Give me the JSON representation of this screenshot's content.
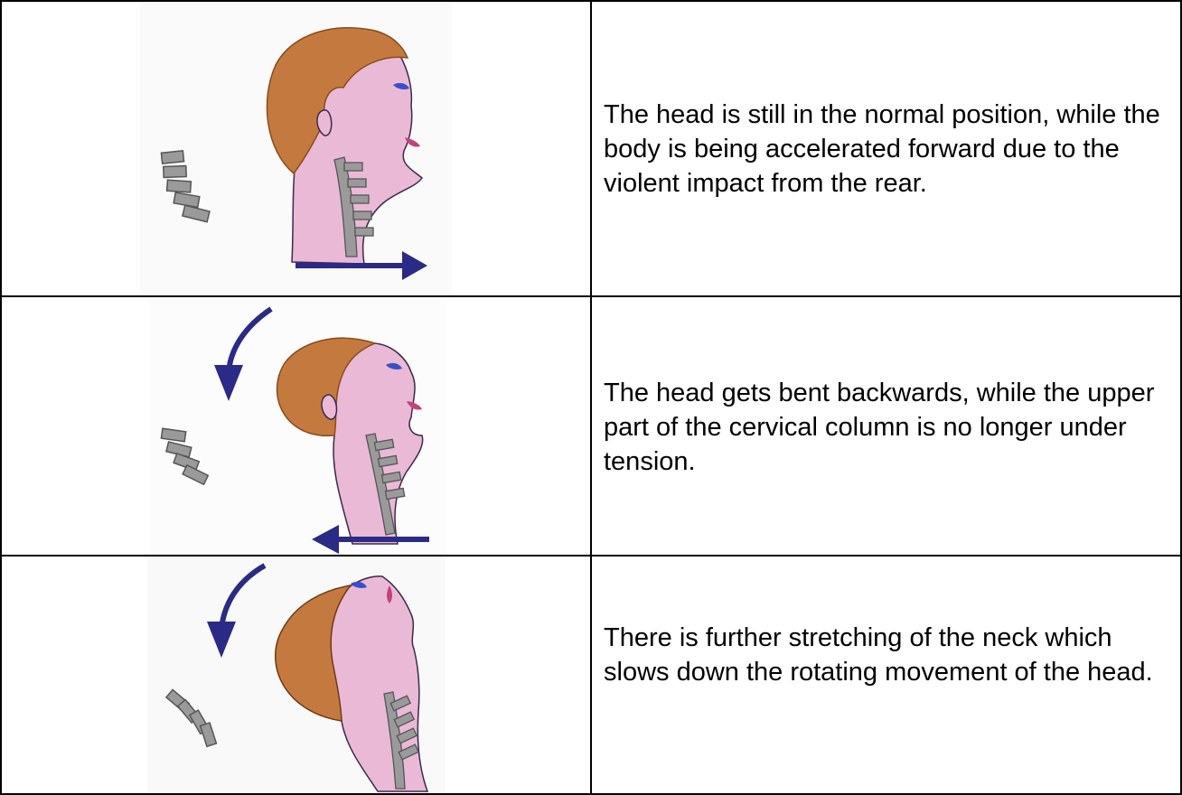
{
  "rows": [
    {
      "caption": "The head is still in the normal position, while the body is being accelerated forward due to the violent impact from the rear."
    },
    {
      "caption": "The head gets bent backwards, while the upper part of the cervical column is no longer under tension."
    },
    {
      "caption": "There is further stretching of the neck which slows down the rotating movement of the head."
    }
  ],
  "colors": {
    "skin": "#eab9d6",
    "hair": "#c47a3f",
    "spine": "#9a9a9a",
    "arrow": "#2b2a86",
    "eye": "#3a4ec8",
    "lips": "#c0437a"
  }
}
